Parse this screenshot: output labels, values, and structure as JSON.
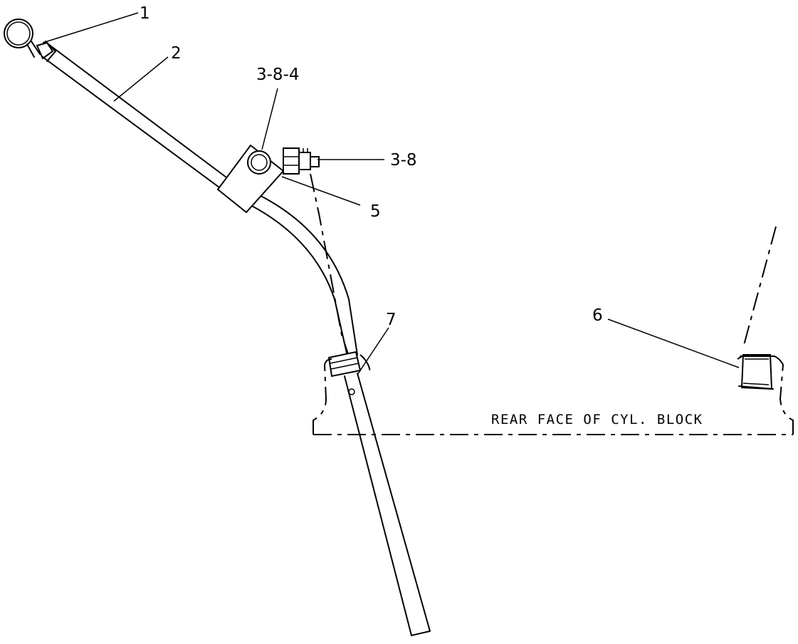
{
  "callouts": {
    "c1": "1",
    "c2": "2",
    "c3": "3-8-4",
    "c4": "3-8",
    "c5": "5",
    "c6": "6",
    "c7": "7"
  },
  "caption": "REAR FACE OF CYL. BLOCK"
}
